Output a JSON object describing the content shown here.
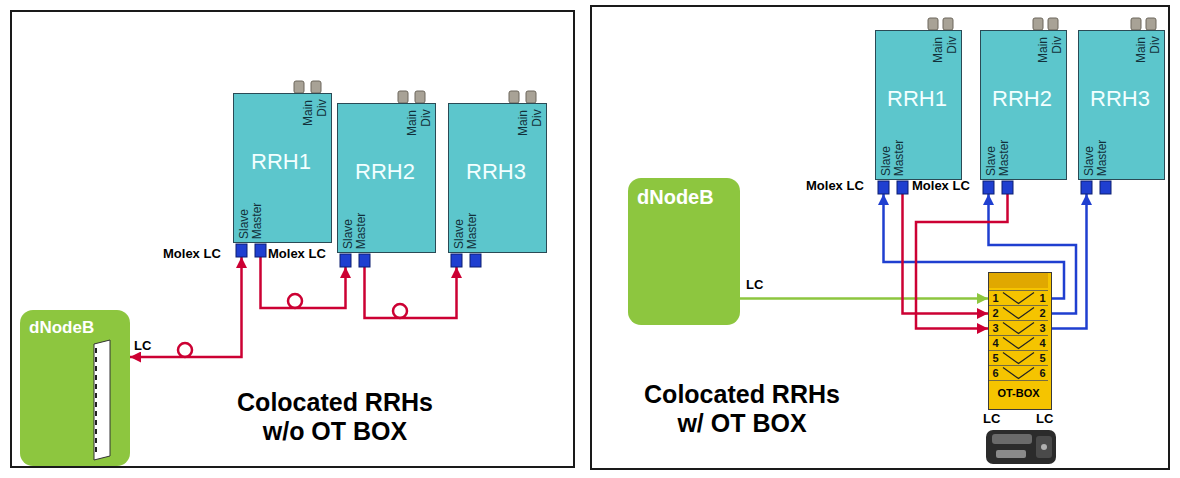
{
  "diagram": {
    "nodes": [
      {
        "text": [
          "Colocated RRHs w/o OT BOX"
        ]
      },
      {
        "text": [
          "RRH1",
          "Main",
          "Div",
          "Slave",
          "Master"
        ],
        "in": 0
      },
      {
        "text": [
          "RRH2",
          "Main",
          "Div",
          "Slave",
          "Master"
        ],
        "in": 0
      },
      {
        "text": [
          "RRH3",
          "Main",
          "Div",
          "Slave",
          "Master"
        ],
        "in": 0
      },
      {
        "text": [
          "dNodeB"
        ],
        "in": 0
      },
      {
        "text": [
          "Colocated RRHs w/ OT BOX"
        ]
      },
      {
        "text": [
          "RRH1",
          "Main",
          "Div",
          "Slave",
          "Master"
        ],
        "in": 5
      },
      {
        "text": [
          "RRH2",
          "Main",
          "Div",
          "Slave",
          "Master"
        ],
        "in": 5
      },
      {
        "text": [
          "RRH3",
          "Main",
          "Div",
          "Slave",
          "Master"
        ],
        "in": 5
      },
      {
        "text": [
          "dNodeB"
        ],
        "in": 5
      },
      {
        "text": [
          "1",
          "2",
          "3",
          "4",
          "5",
          "6",
          "1",
          "2",
          "3",
          "4",
          "5",
          "6",
          "OT-BOX"
        ],
        "in": 5
      }
    ],
    "edges": [
      {
        "from": 4,
        "to": 1,
        "arrow": "both"
      },
      {
        "from": 1,
        "to": 2,
        "arrow": "to"
      },
      {
        "from": 2,
        "to": 3,
        "arrow": "to"
      },
      {
        "from": 9,
        "to": 10,
        "arrow": "to"
      },
      {
        "from": 10,
        "to": 6,
        "arrow": "to"
      },
      {
        "from": 6,
        "to": 10,
        "arrow": "to"
      },
      {
        "from": 10,
        "to": 7,
        "arrow": "to"
      },
      {
        "from": 7,
        "to": 10,
        "arrow": "to"
      },
      {
        "from": 10,
        "to": 8,
        "arrow": "to"
      }
    ],
    "labels": [
      "Molex LC",
      "Molex LC",
      "LC",
      "Molex LC",
      "Molex LC",
      "LC",
      "LC",
      "LC"
    ]
  }
}
